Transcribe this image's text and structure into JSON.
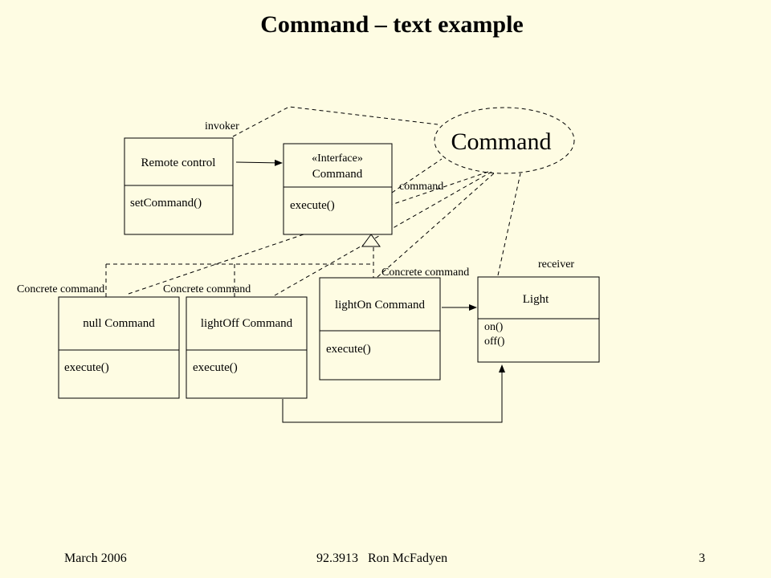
{
  "slide": {
    "title": "Command – text example"
  },
  "diagram": {
    "ellipse_label": "Command",
    "classes": {
      "remote_control": {
        "name": "Remote control",
        "operations": [
          "setCommand()"
        ]
      },
      "command_interface": {
        "stereotype": "«Interface»",
        "name": "Command",
        "operations": [
          "execute()"
        ]
      },
      "null_command": {
        "name": "null Command",
        "operations": [
          "execute()"
        ]
      },
      "lightoff_command": {
        "name": "lightOff Command",
        "operations": [
          "execute()"
        ]
      },
      "lighton_command": {
        "name": "lightOn Command",
        "operations": [
          "execute()"
        ]
      },
      "light": {
        "name": "Light",
        "operations": [
          "on()",
          "off()"
        ]
      }
    },
    "role_labels": {
      "invoker": "invoker",
      "command": "command",
      "receiver": "receiver",
      "concrete_command_left": "Concrete command",
      "concrete_command_middle": "Concrete command",
      "concrete_command_right": "Concrete command"
    }
  },
  "footer": {
    "date": "March 2006",
    "course": "92.3913   Ron McFadyen",
    "page_number": "3"
  }
}
